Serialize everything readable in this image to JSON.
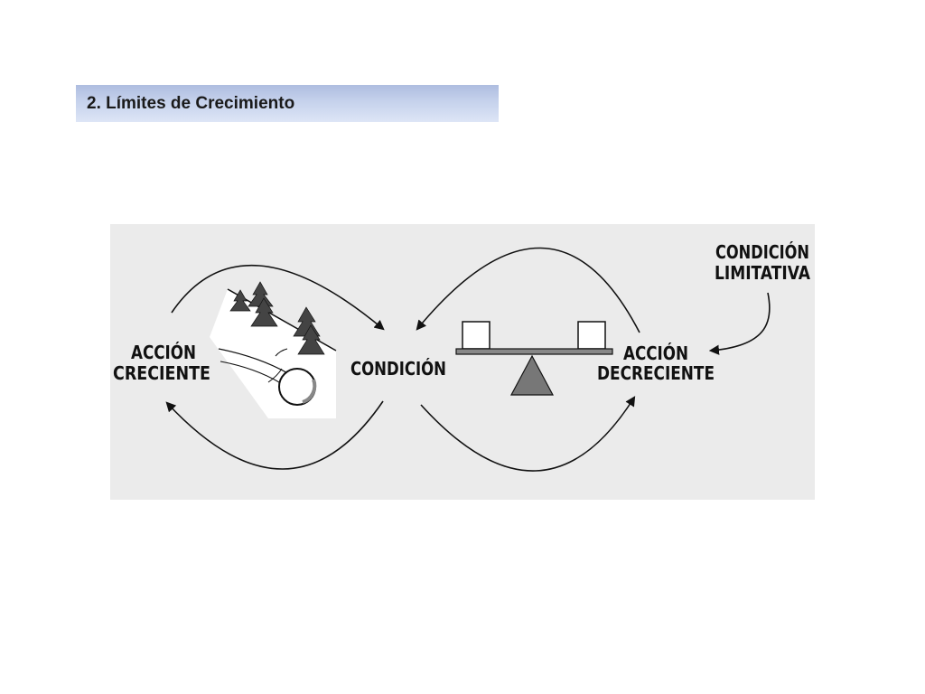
{
  "slide": {
    "title": "2. Límites de Crecimiento"
  },
  "diagram": {
    "labels": {
      "growth_action_line1": "ACCIÓN",
      "growth_action_line2": "CRECIENTE",
      "condition": "CONDICIÓN",
      "slowing_action_line1": "ACCIÓN",
      "slowing_action_line2": "DECRECIENTE",
      "limiting_condition_line1": "CONDICIÓN",
      "limiting_condition_line2": "LIMITATIVA"
    },
    "icons": {
      "left_loop": "snowball-rolling-downhill-icon",
      "right_loop": "balance-seesaw-icon"
    },
    "colors": {
      "panel_background": "#ebebeb",
      "line": "#111111",
      "fulcrum": "#777777",
      "title_bar": "#c6d2ec"
    }
  }
}
